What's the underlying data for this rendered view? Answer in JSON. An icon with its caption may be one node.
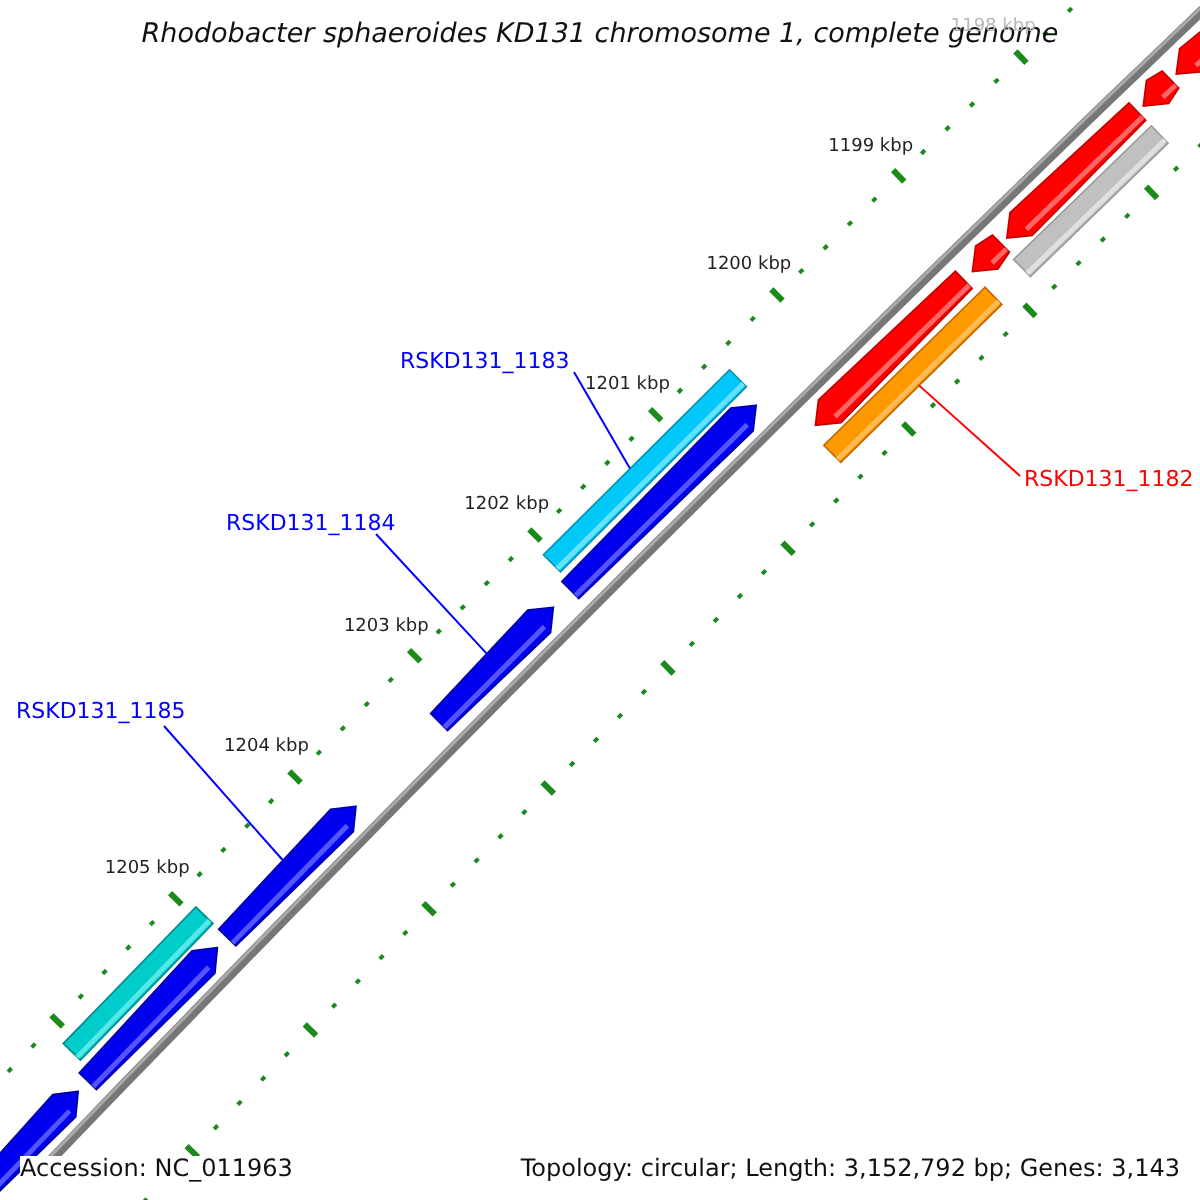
{
  "diagram": {
    "title": "Rhodobacter sphaeroides KD131 chromosome 1, complete genome",
    "nodes": [
      {
        "text": [
          "RSKD131_1183"
        ]
      },
      {
        "text": [],
        "shape": "bar"
      },
      {
        "text": [
          "RSKD131_1184"
        ]
      },
      {
        "text": [],
        "shape": "bar"
      },
      {
        "text": [
          "RSKD131_1185"
        ]
      },
      {
        "text": [],
        "shape": "bar"
      },
      {
        "text": [
          "RSKD131_1182"
        ]
      },
      {
        "text": [],
        "shape": "bar"
      },
      {
        "text": [],
        "shape": "bar"
      },
      {
        "text": [],
        "shape": "bar"
      },
      {
        "text": [],
        "shape": "bar"
      },
      {
        "text": [],
        "shape": "bar"
      },
      {
        "text": [],
        "shape": "bar"
      },
      {
        "text": [],
        "shape": "bar"
      },
      {
        "text": [],
        "shape": "bar"
      },
      {
        "text": [],
        "shape": "bar"
      },
      {
        "text": [],
        "shape": "bar"
      },
      {
        "text": [],
        "shape": "bar"
      }
    ],
    "edges": [
      {
        "from": 0,
        "to": 1,
        "arrow": "none"
      },
      {
        "from": 2,
        "to": 3,
        "arrow": "none"
      },
      {
        "from": 4,
        "to": 5,
        "arrow": "none"
      },
      {
        "from": 6,
        "to": 7,
        "arrow": "none",
        "color": "#ff0000"
      }
    ],
    "labels": [
      "1198 kbp",
      "1199 kbp",
      "1200 kbp",
      "1201 kbp",
      "1202 kbp",
      "1203 kbp",
      "1204 kbp",
      "1205 kbp",
      "Accession: NC_011963",
      "Topology: circular; Length: 3,152,792 bp; Genes: 3,143"
    ]
  }
}
